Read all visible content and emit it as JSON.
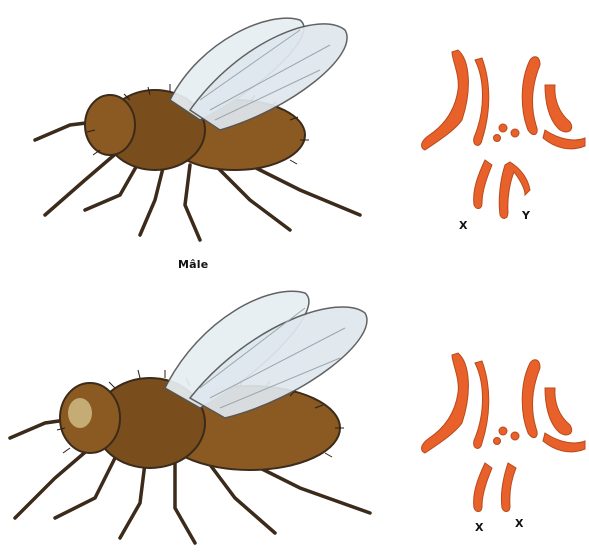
{
  "male": {
    "label": "Mâle",
    "chromosome_labels": [
      "X",
      "Y"
    ]
  },
  "female": {
    "chromosome_labels": [
      "X",
      "X"
    ]
  },
  "colors": {
    "chromosome": "#e8612a",
    "fly_body": "#8a5a22",
    "fly_legs": "#3c2a1a",
    "wing": "#e6eef3"
  }
}
